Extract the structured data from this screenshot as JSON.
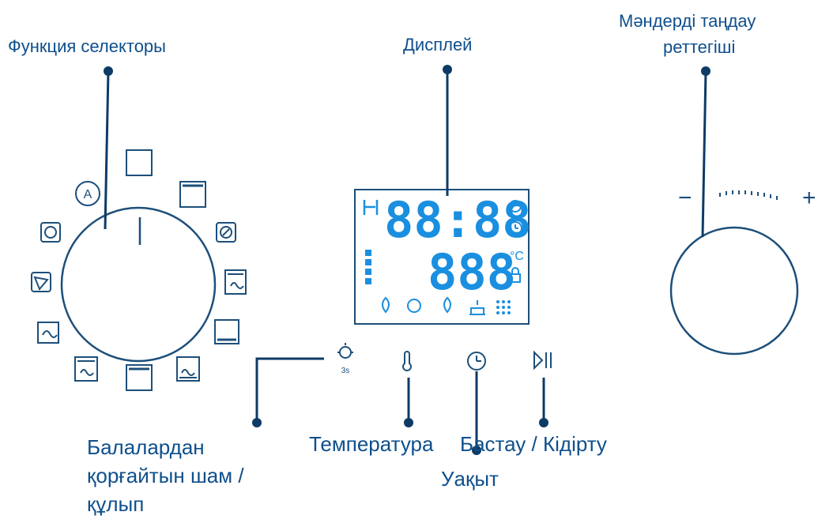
{
  "labels": {
    "function_selector": "Функция селекторы",
    "display": "Дисплей",
    "value_selector_line1": "Мәндерді таңдау",
    "value_selector_line2": "реттегіші",
    "child_lock_line1": "Балалардан",
    "child_lock_line2": "қорғайтын шам /",
    "child_lock_line3": "құлып",
    "temperature": "Температура",
    "start_pause": "Бастау / Кідірту",
    "time": "Уақыт"
  },
  "display": {
    "time_text": "88:88",
    "temp_text": "888",
    "temp_unit": "°C"
  },
  "value_knob": {
    "minus": "−",
    "plus": "+"
  },
  "icons": {
    "function_modes": [
      "auto-icon",
      "top-heat-icon",
      "upper-heat-icon",
      "fan-defrost-icon",
      "grill-fan-icon",
      "bottom-heat-icon",
      "fan-bottom-icon",
      "bottom-element-icon",
      "grill-fan-bottom-icon",
      "fan-icon",
      "pizza-icon",
      "eco-icon"
    ],
    "display_icons": [
      "duration-icon",
      "alarm-icon",
      "clock-icon",
      "lock-icon",
      "steam-icon",
      "fan-heat-icon",
      "drop-icon",
      "tray-icon",
      "dots-icon"
    ],
    "buttons": [
      "lamp-lock-icon",
      "thermometer-icon",
      "clock-icon",
      "play-pause-icon"
    ]
  },
  "colors": {
    "line": "#0d3b66",
    "label": "#0e4f8c",
    "display_digits": "#1a8fe0",
    "frame": "#1d4f7a"
  }
}
